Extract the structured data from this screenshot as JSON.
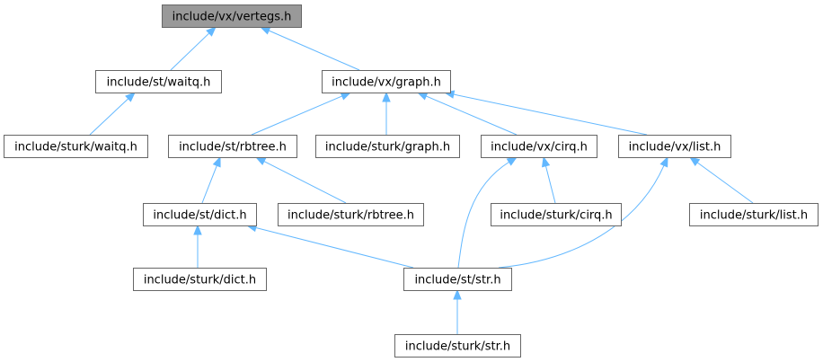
{
  "diagram": {
    "colors": {
      "edge": "#63b8ff",
      "node_border": "#666666",
      "root_fill": "#999999",
      "node_fill": "#ffffff"
    },
    "nodes": [
      {
        "id": "vertegs",
        "label": "include/vx/vertegs.h",
        "root": true
      },
      {
        "id": "st_waitq",
        "label": "include/st/waitq.h"
      },
      {
        "id": "vx_graph",
        "label": "include/vx/graph.h"
      },
      {
        "id": "sturk_waitq",
        "label": "include/sturk/waitq.h"
      },
      {
        "id": "st_rbtree",
        "label": "include/st/rbtree.h"
      },
      {
        "id": "sturk_graph",
        "label": "include/sturk/graph.h"
      },
      {
        "id": "vx_cirq",
        "label": "include/vx/cirq.h"
      },
      {
        "id": "vx_list",
        "label": "include/vx/list.h"
      },
      {
        "id": "st_dict",
        "label": "include/st/dict.h"
      },
      {
        "id": "sturk_rbtree",
        "label": "include/sturk/rbtree.h"
      },
      {
        "id": "sturk_cirq",
        "label": "include/sturk/cirq.h"
      },
      {
        "id": "sturk_list",
        "label": "include/sturk/list.h"
      },
      {
        "id": "sturk_dict",
        "label": "include/sturk/dict.h"
      },
      {
        "id": "st_str",
        "label": "include/st/str.h"
      },
      {
        "id": "sturk_str",
        "label": "include/sturk/str.h"
      }
    ],
    "edges": [
      {
        "from": "vertegs",
        "to": "st_waitq"
      },
      {
        "from": "vertegs",
        "to": "vx_graph"
      },
      {
        "from": "st_waitq",
        "to": "sturk_waitq"
      },
      {
        "from": "vx_graph",
        "to": "st_rbtree"
      },
      {
        "from": "vx_graph",
        "to": "sturk_graph"
      },
      {
        "from": "vx_graph",
        "to": "vx_cirq"
      },
      {
        "from": "vx_graph",
        "to": "vx_list"
      },
      {
        "from": "st_rbtree",
        "to": "st_dict"
      },
      {
        "from": "st_rbtree",
        "to": "sturk_rbtree"
      },
      {
        "from": "vx_cirq",
        "to": "st_str"
      },
      {
        "from": "vx_cirq",
        "to": "sturk_cirq"
      },
      {
        "from": "vx_list",
        "to": "st_str"
      },
      {
        "from": "vx_list",
        "to": "sturk_list"
      },
      {
        "from": "st_dict",
        "to": "sturk_dict"
      },
      {
        "from": "st_dict",
        "to": "st_str"
      },
      {
        "from": "st_str",
        "to": "sturk_str"
      }
    ]
  }
}
